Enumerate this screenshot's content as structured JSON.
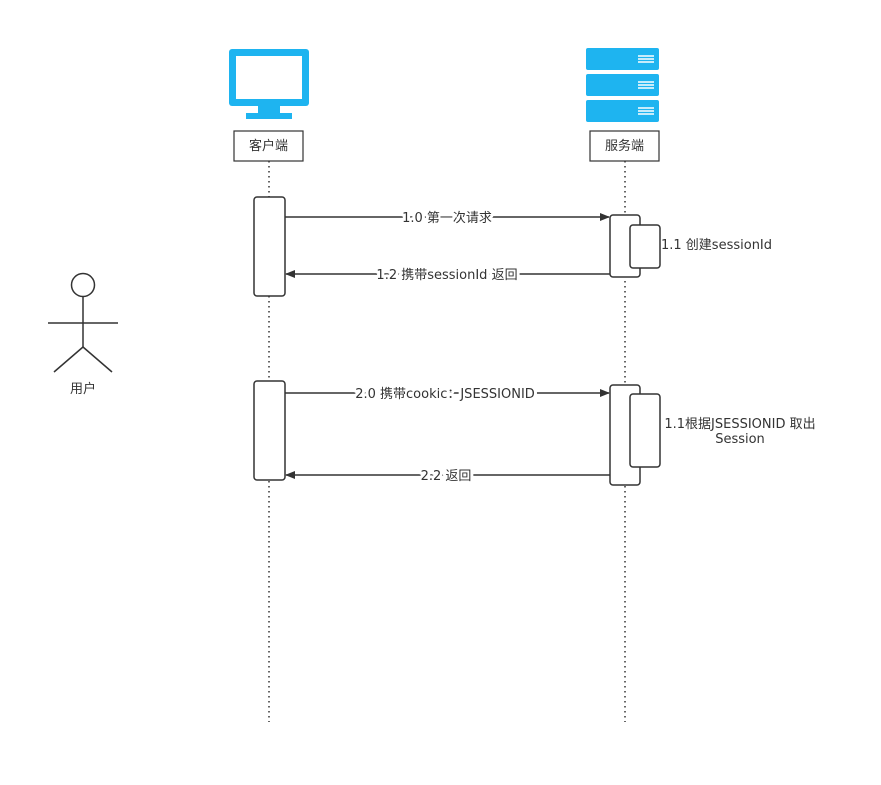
{
  "participants": {
    "client": {
      "label": "客户端",
      "icon": "monitor-icon"
    },
    "server": {
      "label": "服务端",
      "icon": "server-stack-icon"
    }
  },
  "actor": {
    "label": "用户",
    "icon": "stick-figure-icon"
  },
  "messages": {
    "m1_0": "1.0 第一次请求",
    "m1_1": "1.1 创建sessionId",
    "m1_2": "1.2 携带sessionId 返回",
    "m2_0": "2.0 携带cookic：JSESSIONID",
    "m2_1_line1": "1.1根据JSESSIONID 取出",
    "m2_1_line2": "Session",
    "m2_2": "2.2 返回"
  },
  "colors": {
    "icon_blue": "#1eb4f0",
    "line": "#333333",
    "text": "#333333",
    "background": "#ffffff"
  }
}
